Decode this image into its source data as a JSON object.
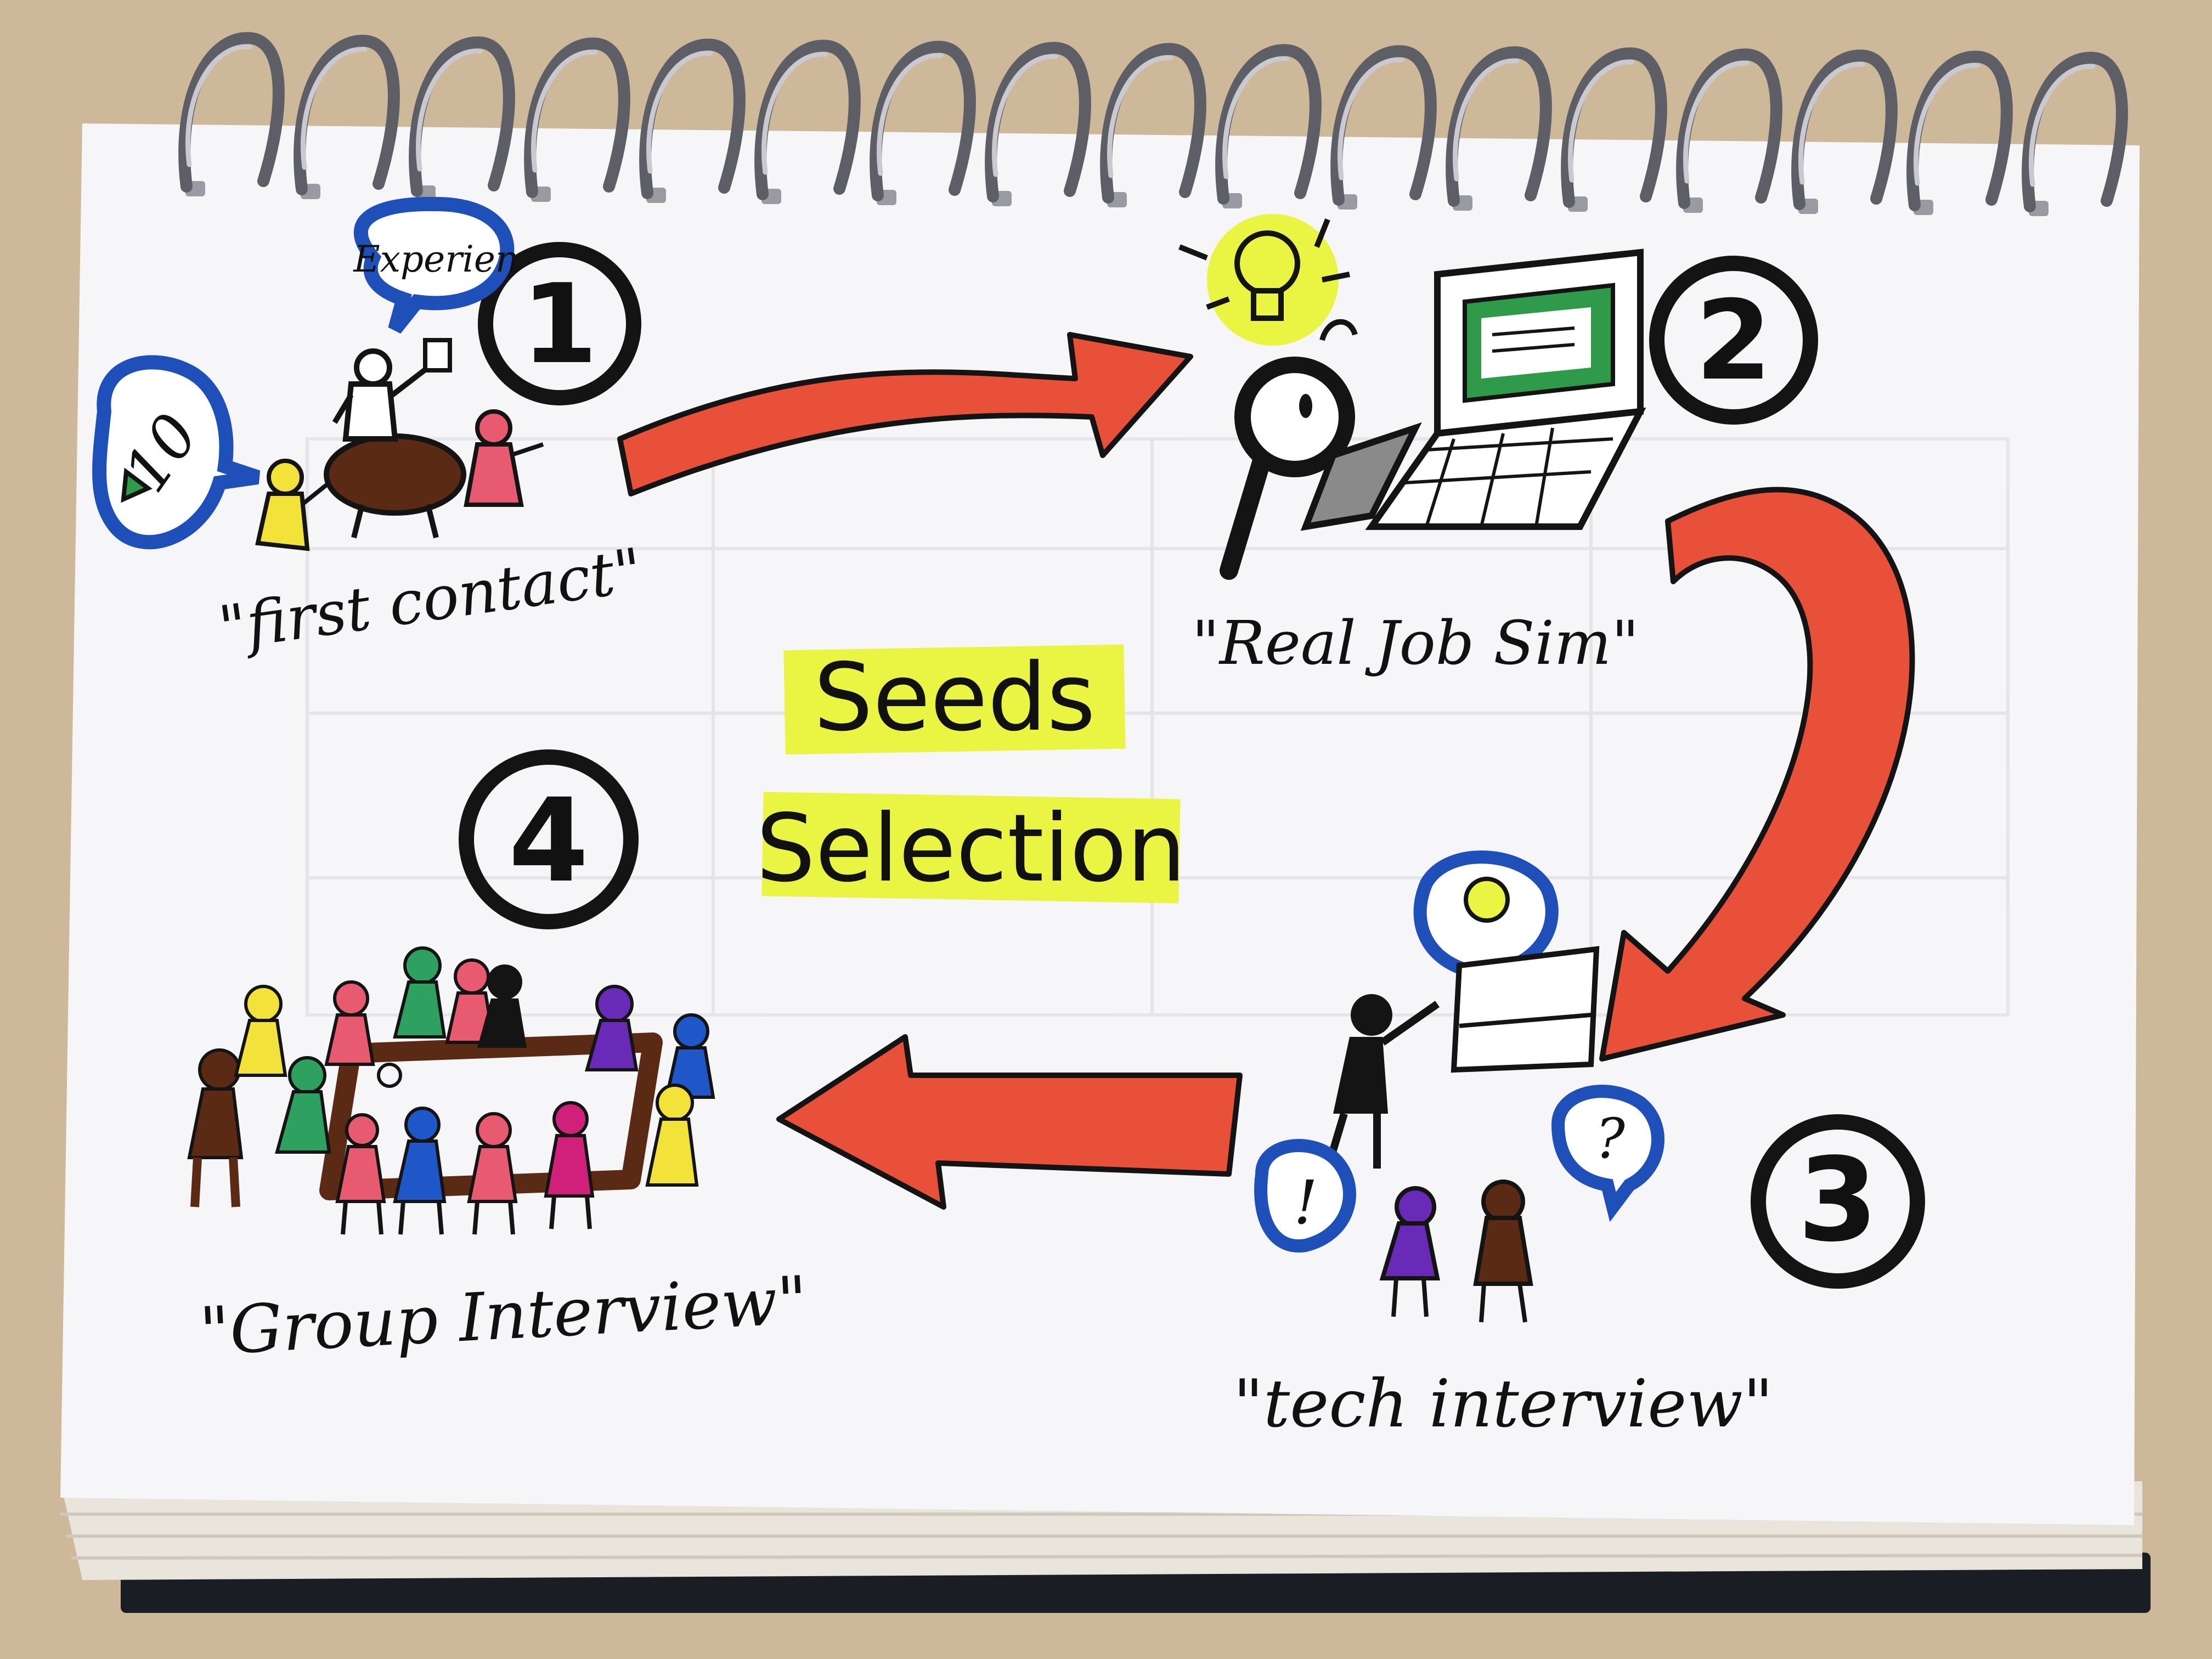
{
  "title_lines": [
    "Seeds",
    "Selection"
  ],
  "steps": [
    {
      "number": "1",
      "label": "\"first contact\"",
      "bubble_top": "Experien",
      "bubble_left": "10"
    },
    {
      "number": "2",
      "label": "\"Real Job Sim\""
    },
    {
      "number": "3",
      "label": "\"tech interview\"",
      "bubble_left": "!",
      "bubble_right": "?"
    },
    {
      "number": "4",
      "label": "\"Group Interview\""
    }
  ],
  "colors": {
    "table": "#c8c8c8",
    "paper": "#f6f6f8",
    "arrow_red": "#e8503a",
    "highlight_yellow": "#e9f542",
    "bubble_blue": "#1f4fb8",
    "ink_black": "#141414",
    "figure_pink": "#e85a70",
    "figure_yellow": "#f2e23a",
    "figure_green": "#2ea060",
    "figure_purple": "#6a2ab8",
    "figure_brown": "#5a2a14",
    "figure_blue": "#1f57c8",
    "figure_magenta": "#d0207a",
    "screen_green": "#2e9a4a"
  },
  "icons": [
    "spiral-binding-icon",
    "lightbulb-icon",
    "laptop-icon",
    "magnifier-person-icon",
    "meeting-table-icon",
    "stick-figure-icon",
    "speech-bubble-icon"
  ]
}
